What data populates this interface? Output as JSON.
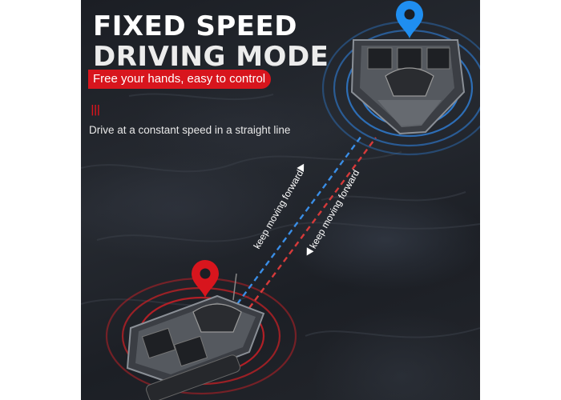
{
  "headline": {
    "line1": "FIXED SPEED",
    "line2": "DRIVING MODE"
  },
  "subtitle": "Free your hands, easy to control",
  "marker_bars": "|||",
  "description": "Drive at a constant speed in a straight line",
  "path_labels": {
    "blue": "keep moving forward",
    "red": "keep moving forward"
  },
  "colors": {
    "accent_red": "#d8151d",
    "path_blue": "#3a8ee6",
    "path_red": "#d63a3a",
    "pin_blue": "#1f8ef0",
    "pin_red": "#d8151d"
  },
  "icons": {
    "destination_pin": "map-pin-icon",
    "start_pin": "map-pin-icon",
    "direction_arrow": "triangle-arrow-icon"
  }
}
